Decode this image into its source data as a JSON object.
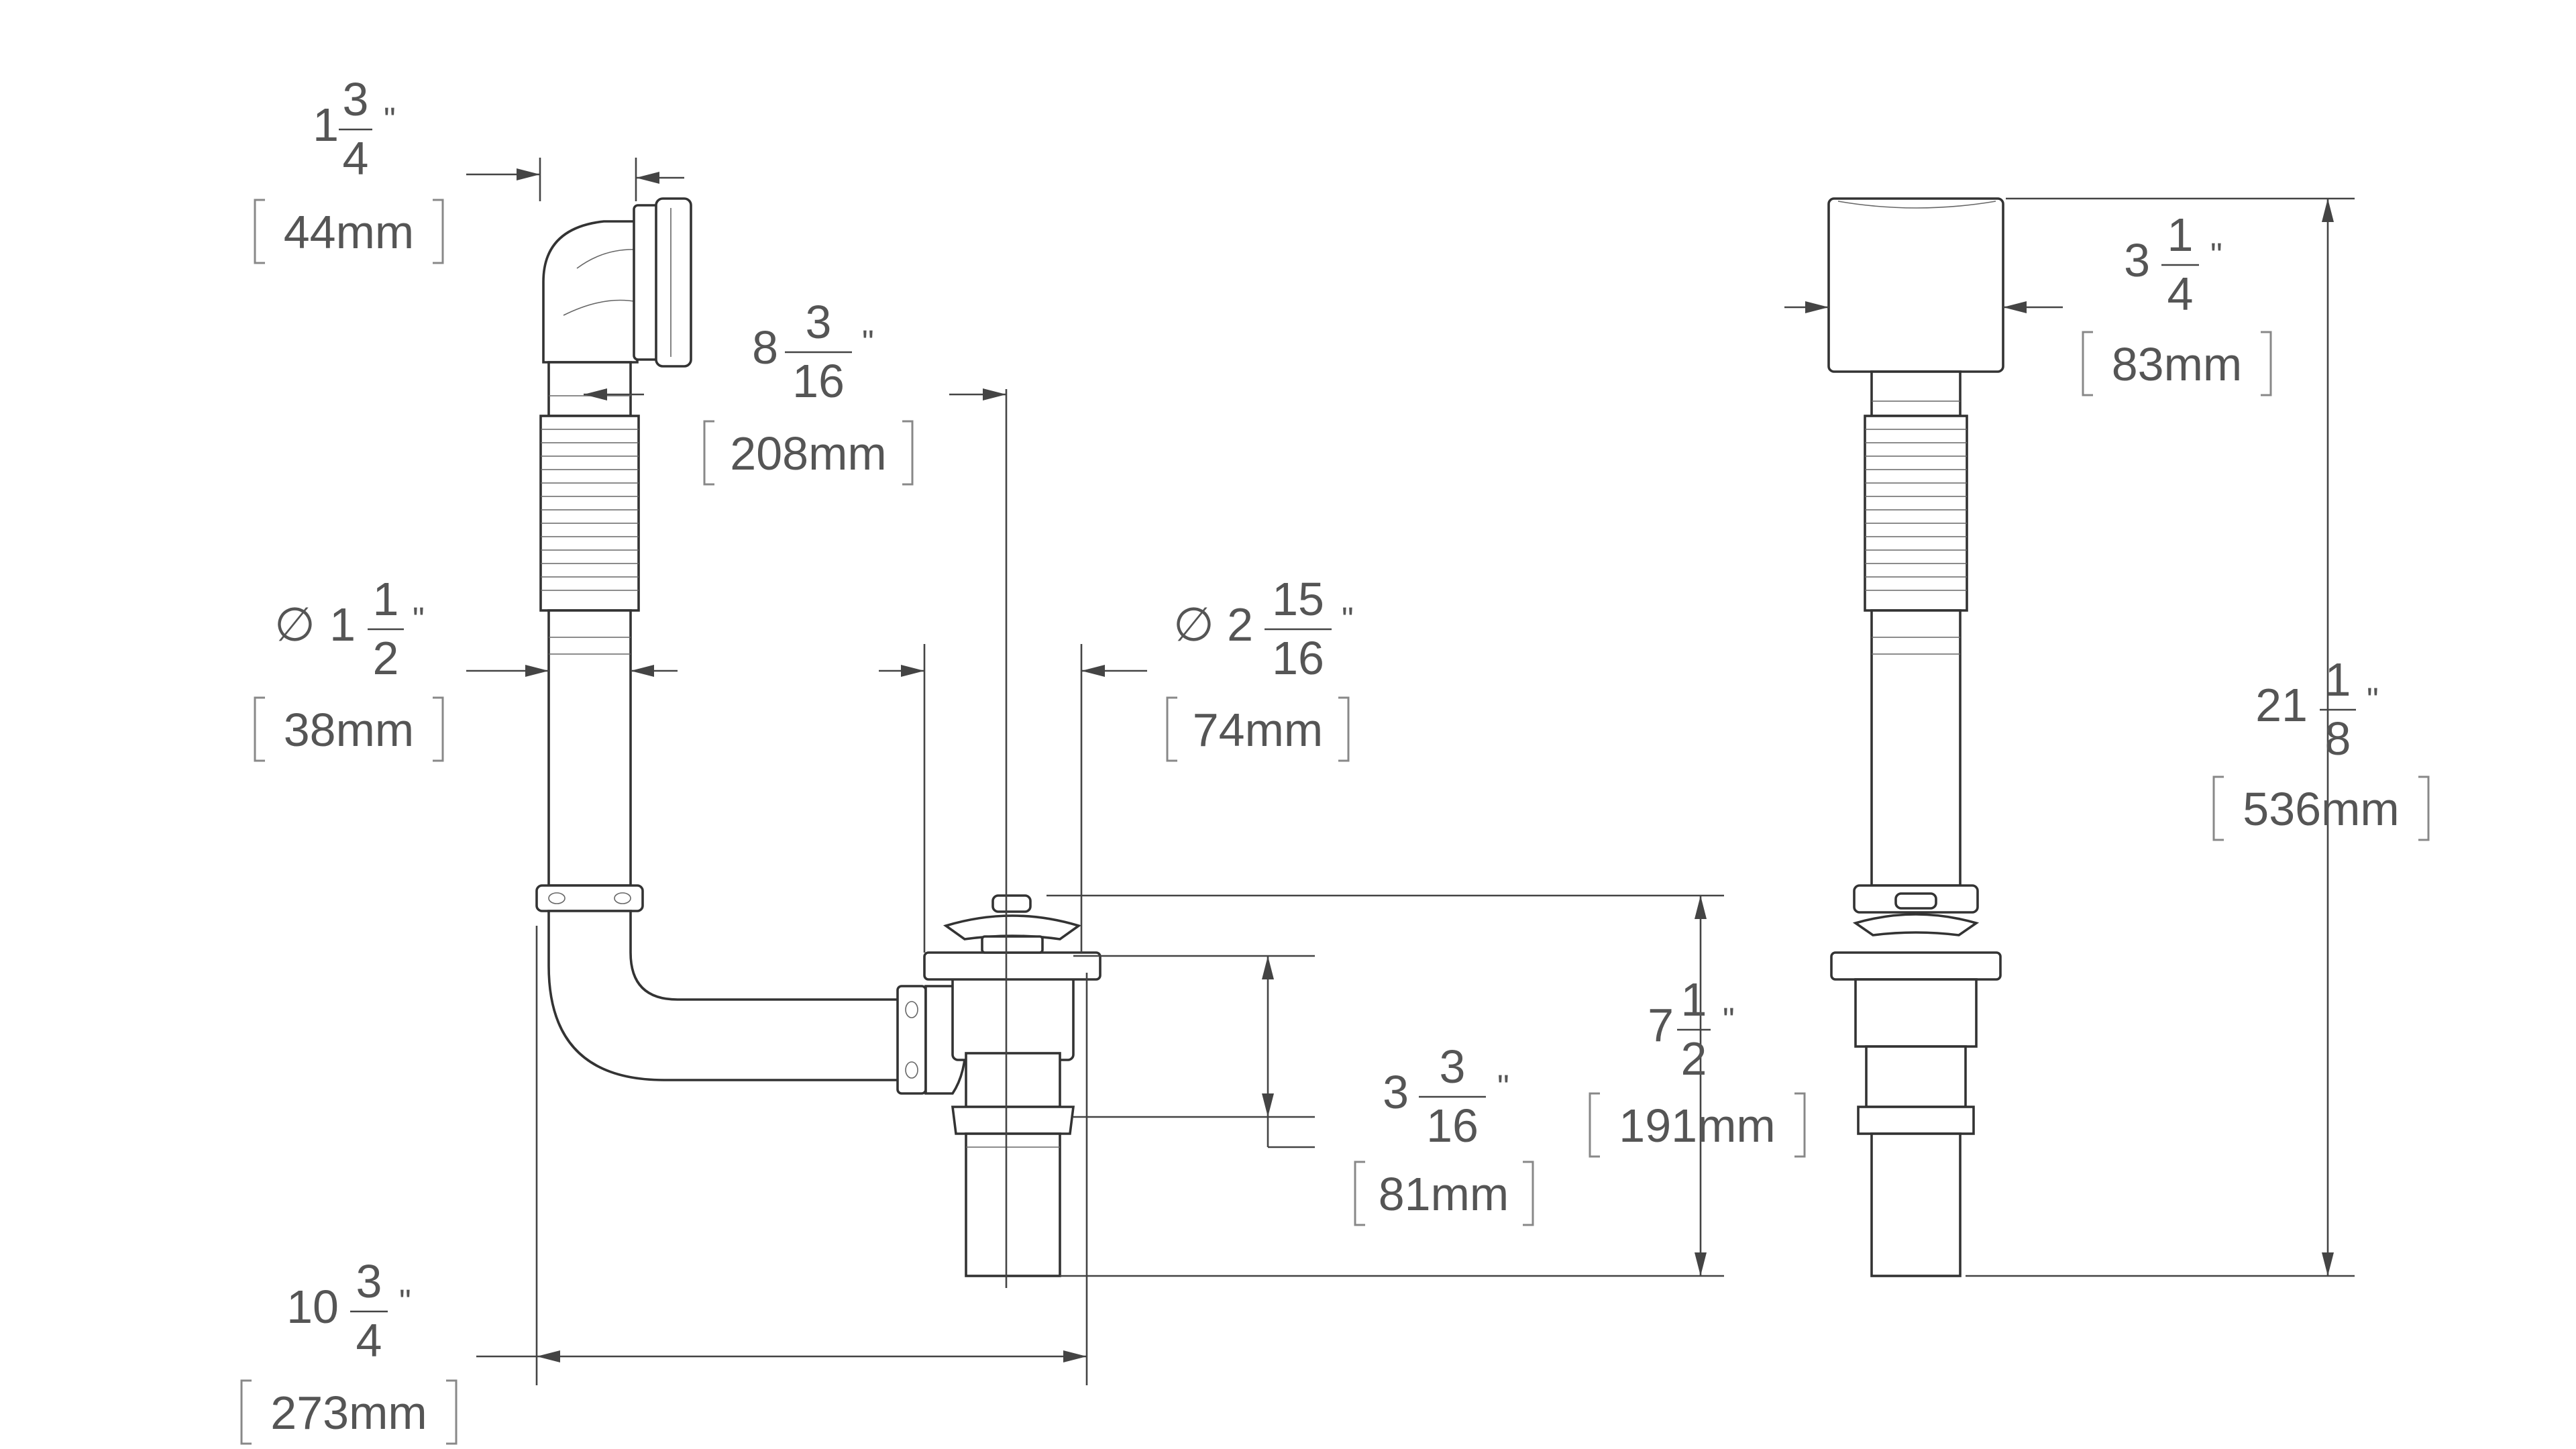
{
  "dimensions": {
    "outlet_offset": {
      "whole": "1",
      "num": "3",
      "den": "4",
      "unit": "\"",
      "metric": "44mm"
    },
    "overflow_to_drain": {
      "whole": "8",
      "num": "3",
      "den": "16",
      "unit": "\"",
      "metric": "208mm"
    },
    "pipe_diameter": {
      "prefix": "∅",
      "whole": "1",
      "num": "1",
      "den": "2",
      "unit": "\"",
      "metric": "38mm"
    },
    "drain_diameter": {
      "prefix": "∅",
      "whole": "2",
      "num": "15",
      "den": "16",
      "unit": "\"",
      "metric": "74mm"
    },
    "overall_width": {
      "whole": "10",
      "num": "3",
      "den": "4",
      "unit": "\"",
      "metric": "273mm"
    },
    "tailpiece_height": {
      "whole": "3",
      "num": "3",
      "den": "16",
      "unit": "\"",
      "metric": "81mm"
    },
    "drain_height": {
      "whole": "7",
      "num": "1",
      "den": "2",
      "unit": "\"",
      "metric": "191mm"
    },
    "faceplate_width": {
      "whole": "3",
      "num": "1",
      "den": "4",
      "unit": "\"",
      "metric": "83mm"
    },
    "overall_height": {
      "whole": "21",
      "num": "1",
      "den": "8",
      "unit": "\"",
      "metric": "536mm"
    }
  },
  "colors": {
    "line": "#444444",
    "text": "#555555",
    "bracket": "#888888",
    "background": "#ffffff"
  }
}
